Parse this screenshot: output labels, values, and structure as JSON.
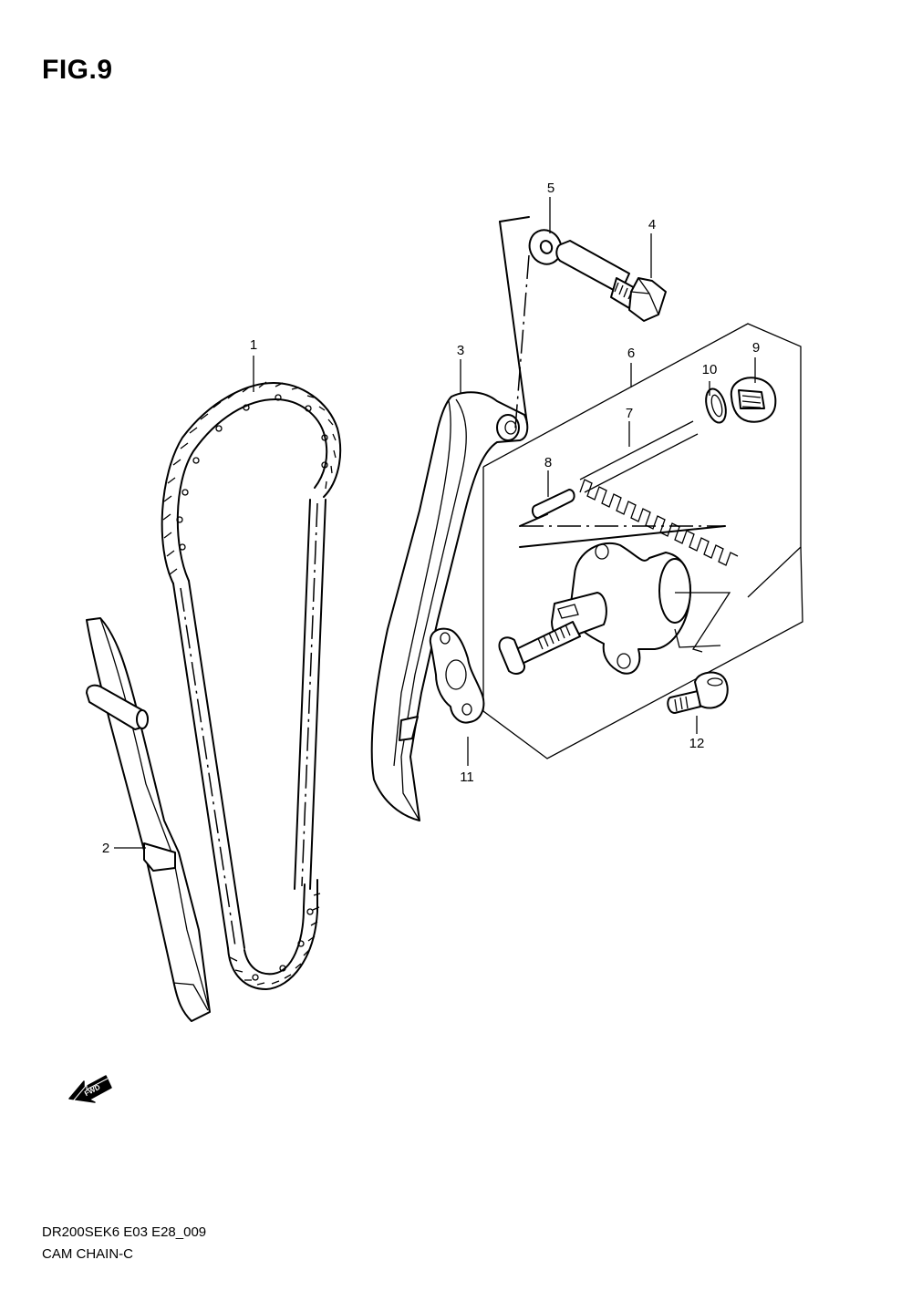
{
  "figure": {
    "title": "FIG.9"
  },
  "callouts": [
    "1",
    "2",
    "3",
    "4",
    "5",
    "6",
    "7",
    "8",
    "9",
    "10",
    "11",
    "12"
  ],
  "fwd_arrow_text": "FWD",
  "footer": {
    "model_code": "DR200SEK6 E03 E28_009",
    "diagram_name": "CAM CHAIN-C"
  }
}
